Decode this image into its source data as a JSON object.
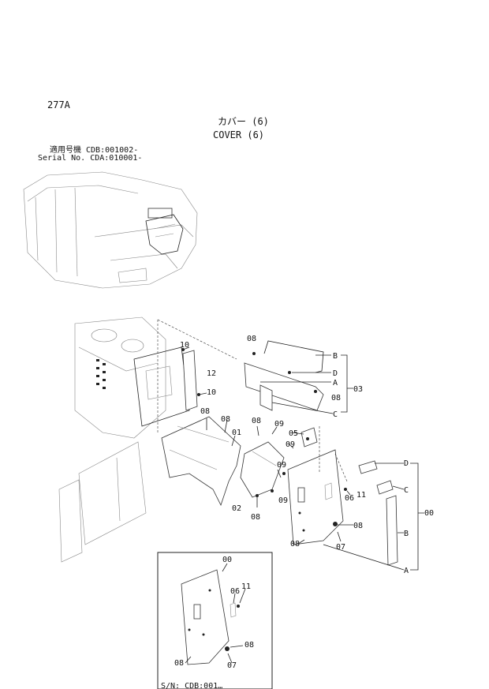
{
  "page": {
    "number": "277A"
  },
  "title": {
    "japanese": "カバー (6)",
    "english": "COVER (6)"
  },
  "serial": {
    "line1": "適用号機 CDB:001002-",
    "line2": "Serial No. CDA:010001-"
  },
  "labels": {
    "p00": "00",
    "p01": "01",
    "p02": "02",
    "p03": "03",
    "p05": "05",
    "p06": "06",
    "p07": "07",
    "p08": "08",
    "p09": "09",
    "p10": "10",
    "p11": "11",
    "p12": "12",
    "refA": "A",
    "refB": "B",
    "refC": "C",
    "refD": "D"
  },
  "inset": {
    "bottom_caption": "S/N: CDB:001…"
  }
}
